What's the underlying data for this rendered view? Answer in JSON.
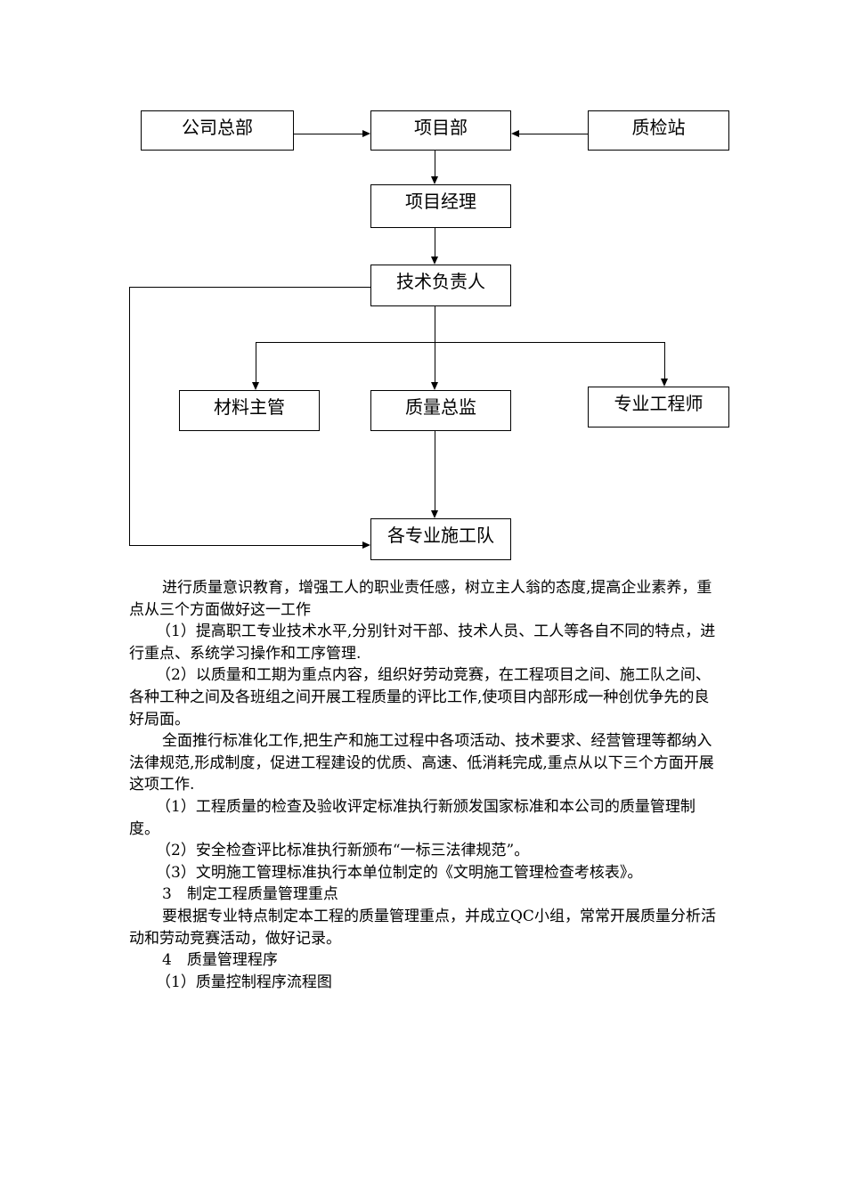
{
  "org_chart": {
    "company_hq": "公司总部",
    "project_dept": "项目部",
    "inspection_station": "质检站",
    "project_manager": "项目经理",
    "technical_lead": "技术负责人",
    "materials_supervisor": "材料主管",
    "quality_chief": "质量总监",
    "specialty_engineer": "专业工程师",
    "construction_teams": "各专业施工队"
  },
  "body": {
    "p1": "进行质量意识教育，增强工人的职业责任感，树立主人翁的态度,提高企业素养，重点从三个方面做好这一工作",
    "p2": "（1）提高职工专业技术水平,分别针对干部、技术人员、工人等各自不同的特点，进行重点、系统学习操作和工序管理.",
    "p3": "（2）以质量和工期为重点内容，组织好劳动竞赛，在工程项目之间、施工队之间、各种工种之间及各班组之间开展工程质量的评比工作,使项目内部形成一种创优争先的良好局面。",
    "p4": "全面推行标准化工作,把生产和施工过程中各项活动、技术要求、经营管理等都纳入法律规范,形成制度，促进工程建设的优质、高速、低消耗完成,重点从以下三个方面开展这项工作.",
    "p5": "（1）工程质量的检查及验收评定标准执行新颁发国家标准和本公司的质量管理制度。",
    "p6": "（2）安全检查评比标准执行新颁布“一标三法律规范”。",
    "p7": "（3）文明施工管理标准执行本单位制定的《文明施工管理检查考核表》。",
    "p8": "3　制定工程质量管理重点",
    "p9": "要根据专业特点制定本工程的质量管理重点，并成立QC小组，常常开展质量分析活动和劳动竞赛活动，做好记录。",
    "p10": "4　质量管理程序",
    "p11": "（1）质量控制程序流程图"
  }
}
